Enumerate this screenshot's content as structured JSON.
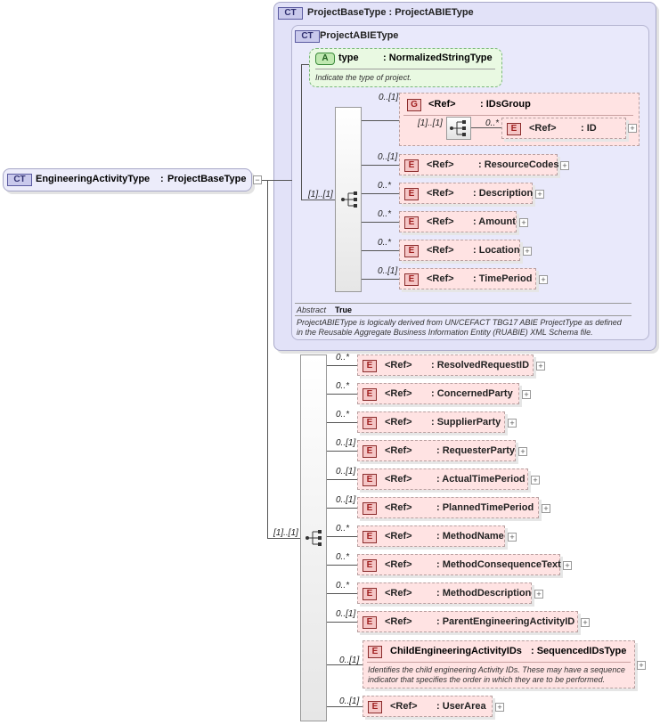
{
  "root": {
    "badge": "CT",
    "name": "EngineeringActivityType",
    "sep": ":",
    "base": "ProjectBaseType"
  },
  "base_box": {
    "badge": "CT",
    "title": "ProjectBaseType : ProjectABIEType"
  },
  "inner_box": {
    "badge": "CT",
    "title": "ProjectABIEType"
  },
  "attribute": {
    "badge": "A",
    "name": "type",
    "type": ": NormalizedStringType",
    "doc": "Indicate the type of project."
  },
  "group": {
    "badge": "G",
    "card": "0..[1]",
    "ref": "<Ref>",
    "name": ": IDsGroup",
    "seq_card": "[1]..[1]",
    "child": {
      "card": "0..*",
      "badge": "E",
      "ref": "<Ref>",
      "name": ": ID"
    }
  },
  "inner_seq_card": "[1]..[1]",
  "inner_elements": [
    {
      "card": "0..[1]",
      "badge": "E",
      "ref": "<Ref>",
      "name": ": ResourceCodes"
    },
    {
      "card": "0..*",
      "badge": "E",
      "ref": "<Ref>",
      "name": ": Description"
    },
    {
      "card": "0..*",
      "badge": "E",
      "ref": "<Ref>",
      "name": ": Amount"
    },
    {
      "card": "0..*",
      "badge": "E",
      "ref": "<Ref>",
      "name": ": Location"
    },
    {
      "card": "0..[1]",
      "badge": "E",
      "ref": "<Ref>",
      "name": ": TimePeriod"
    }
  ],
  "abstract": {
    "label": "Abstract",
    "value": "True"
  },
  "base_doc": [
    "ProjectABIEType is logically derived from UN/CEFACT TBG17 ABIE ProjectType as defined",
    "in the Reusable Aggregate Business Information Entity (RUABIE) XML Schema file."
  ],
  "outer_seq_card": "[1]..[1]",
  "outer_elements": [
    {
      "card": "0..*",
      "badge": "E",
      "ref": "<Ref>",
      "name": ": ResolvedRequestID"
    },
    {
      "card": "0..*",
      "badge": "E",
      "ref": "<Ref>",
      "name": ": ConcernedParty"
    },
    {
      "card": "0..*",
      "badge": "E",
      "ref": "<Ref>",
      "name": ": SupplierParty"
    },
    {
      "card": "0..[1]",
      "badge": "E",
      "ref": "<Ref>",
      "name": ": RequesterParty"
    },
    {
      "card": "0..[1]",
      "badge": "E",
      "ref": "<Ref>",
      "name": ": ActualTimePeriod"
    },
    {
      "card": "0..[1]",
      "badge": "E",
      "ref": "<Ref>",
      "name": ": PlannedTimePeriod"
    },
    {
      "card": "0..*",
      "badge": "E",
      "ref": "<Ref>",
      "name": ": MethodName"
    },
    {
      "card": "0..*",
      "badge": "E",
      "ref": "<Ref>",
      "name": ": MethodConsequenceText"
    },
    {
      "card": "0..*",
      "badge": "E",
      "ref": "<Ref>",
      "name": ": MethodDescription"
    },
    {
      "card": "0..[1]",
      "badge": "E",
      "ref": "<Ref>",
      "name": ": ParentEngineeringActivityID"
    }
  ],
  "child_ids": {
    "card": "0..[1]",
    "badge": "E",
    "name": "ChildEngineeringActivityIDs",
    "type": ": SequencedIDsType",
    "doc": [
      "Identifies the child engineering Activity IDs. These may have a sequence",
      "indicator that specifies the order in which they are to be performed."
    ]
  },
  "user_area": {
    "card": "0..[1]",
    "badge": "E",
    "ref": "<Ref>",
    "name": ": UserArea"
  }
}
